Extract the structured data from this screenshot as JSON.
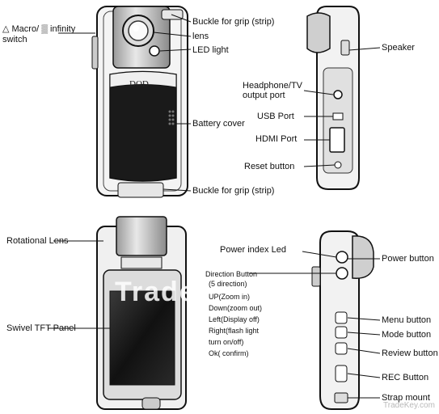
{
  "logo_text": "DOD",
  "watermark_big": "TradeKey",
  "watermark_small": "TradeKey.com",
  "labels": {
    "macro_switch_1": "△ Macro/ ▒ infinity",
    "macro_switch_2": "switch",
    "buckle_top": "Buckle for grip (strip)",
    "lens": "lens",
    "led_light": "LED light",
    "battery_cover": "Battery cover",
    "buckle_bottom": "Buckle for grip (strip)",
    "speaker": "Speaker",
    "headphone_1": "Headphone/TV",
    "headphone_2": "output port",
    "usb": "USB Port",
    "hdmi": "HDMI Port",
    "reset": "Reset button",
    "rotational_lens": "Rotational Lens",
    "swivel_panel": "Swivel TFT Panel",
    "power_led": "Power index Led",
    "power_button": "Power button",
    "direction_1": "Direction Button",
    "direction_2": "(5 direction)",
    "direction_3": "UP(Zoom in)",
    "direction_4": "Down(zoom out)",
    "direction_5": "Left(Display off)",
    "direction_6": "Right(flash light",
    "direction_7": "turn on/off)",
    "direction_8": "Ok( confirm)",
    "menu": "Menu button",
    "mode": "Mode button",
    "review": "Review button",
    "rec": "REC Button",
    "strap": "Strap mount"
  }
}
